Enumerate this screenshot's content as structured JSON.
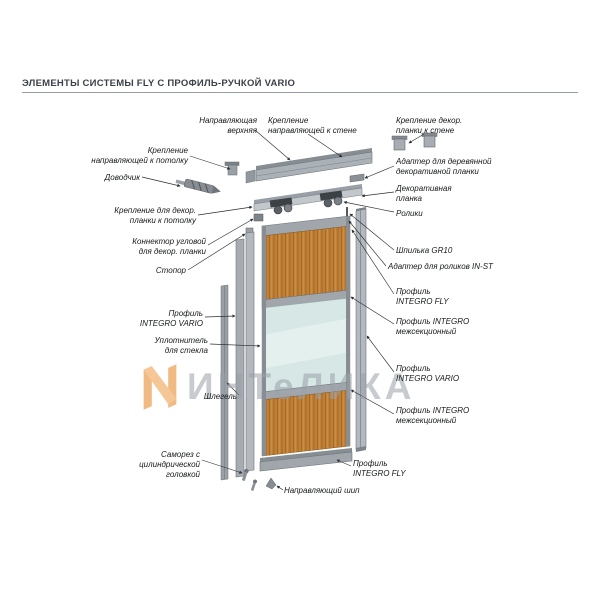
{
  "header": {
    "title": "ЭЛЕМЕНТЫ СИСТЕМЫ FLY С ПРОФИЛЬ-РУЧКОЙ VARIO"
  },
  "watermark": {
    "text": "ИНТеЛИКА"
  },
  "colors": {
    "accent_orange": "#e8821e",
    "profile_gray": "#a0a6ac",
    "wood": "#c08038",
    "glass": "#d6e7e5",
    "title_text": "#3b4148",
    "label_text": "#17191b"
  },
  "labels": [
    {
      "text": "Направляющая\nверхняя"
    },
    {
      "text": "Крепление\nнаправляющей к потолку"
    },
    {
      "text": "Доводчик"
    },
    {
      "text": "Крепление для декор.\nпланки к потолку"
    },
    {
      "text": "Коннектор угловой\nдля декор. планки"
    },
    {
      "text": "Стопор"
    },
    {
      "text": "Профиль\nINTEGRO VARIO"
    },
    {
      "text": "Уплотнитель\nдля стекла"
    },
    {
      "text": "Шлегель"
    },
    {
      "text": "Саморез с\nцилиндрической\nголовкой"
    },
    {
      "text": "Крепление\nнаправляющей к стене"
    },
    {
      "text": "Крепление декор.\nпланки к стене"
    },
    {
      "text": "Адаптер для деревянной\nдекоративной планки"
    },
    {
      "text": "Декоративная\nпланка"
    },
    {
      "text": "Ролики"
    },
    {
      "text": "Шпилька GR10"
    },
    {
      "text": "Адаптер для роликов IN-ST"
    },
    {
      "text": "Профиль\nINTEGRO FLY"
    },
    {
      "text": "Профиль INTEGRO\nмежсекционный"
    },
    {
      "text": "Профиль\nINTEGRO VARIO"
    },
    {
      "text": "Профиль INTEGRO\nмежсекционный"
    },
    {
      "text": "Профиль\nINTEGRO FLY"
    },
    {
      "text": "Направляющий шип"
    }
  ]
}
